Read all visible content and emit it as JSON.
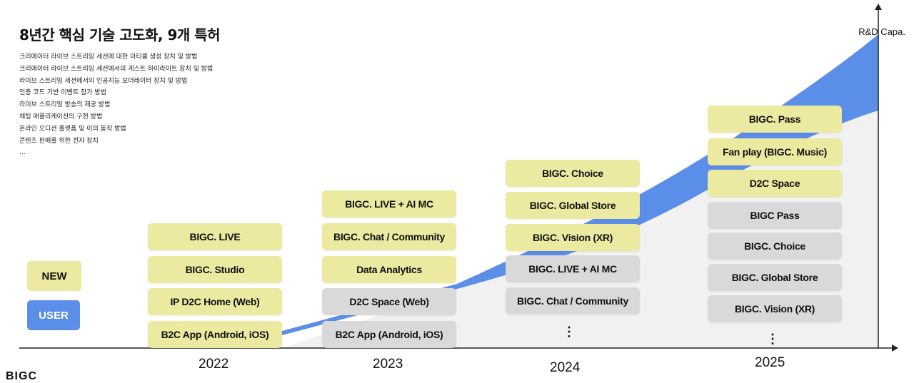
{
  "title": "8년간 핵심 기술 고도화, 9개 특허",
  "patents": [
    "크리에이터 라이브 스트리밍 세션에 대한 아티클 생성 장치 및 방법",
    "크리에이터 라이브 스트리밍 세션에서의 게스트 하이라이트 장치 및 방법",
    "라이브 스트리밍 세션에서의 인공지능 모더레이터 장치 및 방법",
    "인증 코드 기반 이벤트 참가 방법",
    "라이브 스트리밍 방송의 제공 방법",
    "채팅 애플리케이션의 구현 방법",
    "온라인 오디션 플랫폼 및 이의 동작 방법",
    "콘텐츠 판매를 위한 전자 장치"
  ],
  "patents_more": "…",
  "legend": {
    "new": "NEW",
    "user": "USER"
  },
  "axis_label": "R&D Capa.",
  "years": [
    {
      "year": "2022",
      "items": [
        {
          "label": "BIGC. LIVE",
          "kind": "new"
        },
        {
          "label": "BIGC. Studio",
          "kind": "new"
        },
        {
          "label": "IP D2C Home (Web)",
          "kind": "new"
        },
        {
          "label": "B2C App (Android, iOS)",
          "kind": "new"
        }
      ]
    },
    {
      "year": "2023",
      "items": [
        {
          "label": "BIGC. LIVE + AI MC",
          "kind": "new"
        },
        {
          "label": "BIGC. Chat / Community",
          "kind": "new"
        },
        {
          "label": "Data Analytics",
          "kind": "new"
        },
        {
          "label": "D2C Space (Web)",
          "kind": "existing"
        },
        {
          "label": "B2C App (Android, iOS)",
          "kind": "existing"
        }
      ]
    },
    {
      "year": "2024",
      "items": [
        {
          "label": "BIGC. Choice",
          "kind": "new"
        },
        {
          "label": "BIGC. Global Store",
          "kind": "new"
        },
        {
          "label": "BIGC. Vision (XR)",
          "kind": "new"
        },
        {
          "label": "BIGC. LIVE + AI MC",
          "kind": "existing"
        },
        {
          "label": "BIGC. Chat / Community",
          "kind": "existing"
        }
      ],
      "more": "⋮"
    },
    {
      "year": "2025",
      "items": [
        {
          "label": "BIGC. Pass",
          "kind": "new"
        },
        {
          "label": "Fan play (BIGC. Music)",
          "kind": "new"
        },
        {
          "label": "D2C Space",
          "kind": "new"
        },
        {
          "label": "BIGC Pass",
          "kind": "existing"
        },
        {
          "label": "BIGC. Choice",
          "kind": "existing"
        },
        {
          "label": "BIGC. Global Store",
          "kind": "existing"
        },
        {
          "label": "BIGC. Vision (XR)",
          "kind": "existing"
        }
      ],
      "more": "⋮"
    }
  ],
  "brand": "BIGC",
  "colors": {
    "new": "#ece9a0",
    "existing": "#d9d9d9",
    "user_band": "#5b8ee8",
    "capacity_area": "#f1f1f1"
  }
}
